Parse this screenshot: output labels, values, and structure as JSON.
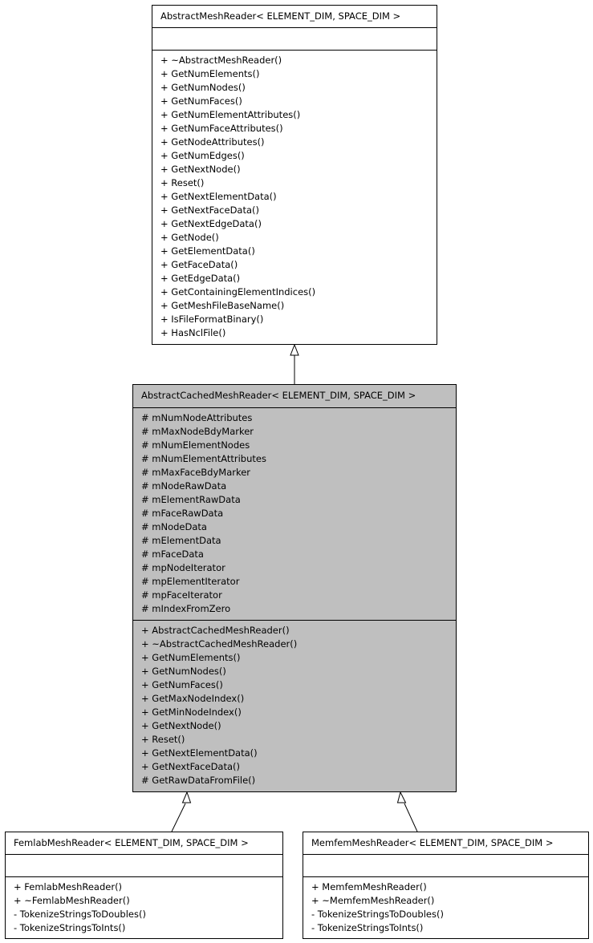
{
  "classes": {
    "abstract_mesh_reader": {
      "title": "AbstractMeshReader< ELEMENT_DIM, SPACE_DIM >",
      "attributes": [],
      "operations": [
        "+ ~AbstractMeshReader()",
        "+ GetNumElements()",
        "+ GetNumNodes()",
        "+ GetNumFaces()",
        "+ GetNumElementAttributes()",
        "+ GetNumFaceAttributes()",
        "+ GetNodeAttributes()",
        "+ GetNumEdges()",
        "+ GetNextNode()",
        "+ Reset()",
        "+ GetNextElementData()",
        "+ GetNextFaceData()",
        "+ GetNextEdgeData()",
        "+ GetNode()",
        "+ GetElementData()",
        "+ GetFaceData()",
        "+ GetEdgeData()",
        "+ GetContainingElementIndices()",
        "+ GetMeshFileBaseName()",
        "+ IsFileFormatBinary()",
        "+ HasNclFile()"
      ]
    },
    "abstract_cached_mesh_reader": {
      "title": "AbstractCachedMeshReader< ELEMENT_DIM, SPACE_DIM >",
      "highlight_color": "#bfbfbf",
      "attributes": [
        "# mNumNodeAttributes",
        "# mMaxNodeBdyMarker",
        "# mNumElementNodes",
        "# mNumElementAttributes",
        "# mMaxFaceBdyMarker",
        "# mNodeRawData",
        "# mElementRawData",
        "# mFaceRawData",
        "# mNodeData",
        "# mElementData",
        "# mFaceData",
        "# mpNodeIterator",
        "# mpElementIterator",
        "# mpFaceIterator",
        "# mIndexFromZero"
      ],
      "operations": [
        "+ AbstractCachedMeshReader()",
        "+ ~AbstractCachedMeshReader()",
        "+ GetNumElements()",
        "+ GetNumNodes()",
        "+ GetNumFaces()",
        "+ GetMaxNodeIndex()",
        "+ GetMinNodeIndex()",
        "+ GetNextNode()",
        "+ Reset()",
        "+ GetNextElementData()",
        "+ GetNextFaceData()",
        "# GetRawDataFromFile()"
      ]
    },
    "femlab_mesh_reader": {
      "title": "FemlabMeshReader< ELEMENT_DIM, SPACE_DIM >",
      "attributes": [],
      "operations": [
        "+ FemlabMeshReader()",
        "+ ~FemlabMeshReader()",
        "- TokenizeStringsToDoubles()",
        "- TokenizeStringsToInts()"
      ]
    },
    "memfem_mesh_reader": {
      "title": "MemfemMeshReader< ELEMENT_DIM, SPACE_DIM >",
      "attributes": [],
      "operations": [
        "+ MemfemMeshReader()",
        "+ ~MemfemMeshReader()",
        "- TokenizeStringsToDoubles()",
        "- TokenizeStringsToInts()"
      ]
    }
  },
  "icons": {
    "inheritance_arrow": "hollow-triangle-arrow-icon"
  }
}
